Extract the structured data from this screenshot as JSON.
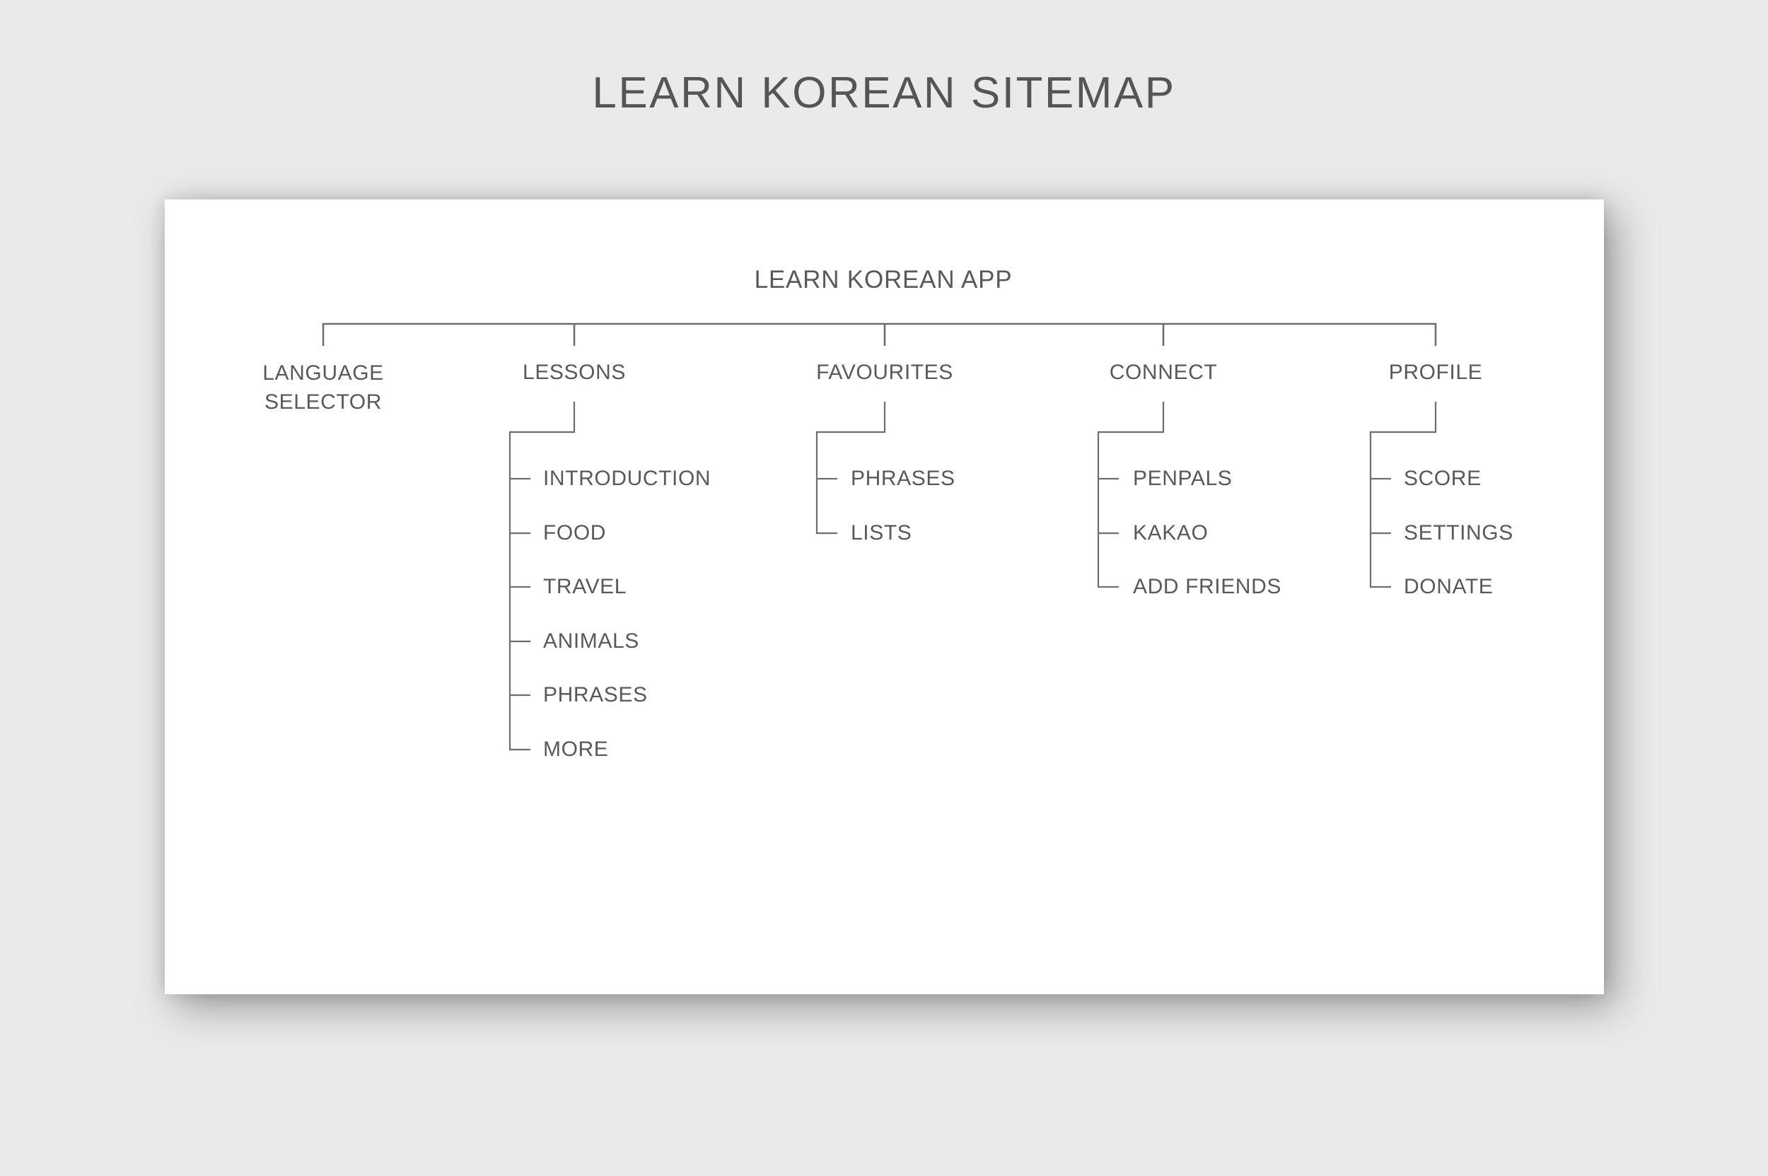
{
  "page_title": "LEARN KOREAN SITEMAP",
  "tree": {
    "root_label": "LEARN KOREAN APP",
    "sections": [
      {
        "id": "language-selector",
        "lines": [
          "LANGUAGE",
          "SELECTOR"
        ],
        "children": []
      },
      {
        "id": "lessons",
        "label": "LESSONS",
        "children": [
          "INTRODUCTION",
          "FOOD",
          "TRAVEL",
          "ANIMALS",
          "PHRASES",
          "MORE"
        ]
      },
      {
        "id": "favourites",
        "label": "FAVOURITES",
        "children": [
          "PHRASES",
          "LISTS"
        ]
      },
      {
        "id": "connect",
        "label": "CONNECT",
        "children": [
          "PENPALS",
          "KAKAO",
          "ADD FRIENDS"
        ]
      },
      {
        "id": "profile",
        "label": "PROFILE",
        "children": [
          "SCORE",
          "SETTINGS",
          "DONATE"
        ]
      }
    ]
  },
  "colors": {
    "background": "#eaeaea",
    "card": "#ffffff",
    "line": "#6e6e6e",
    "text": "#58595b",
    "title": "#545557"
  }
}
